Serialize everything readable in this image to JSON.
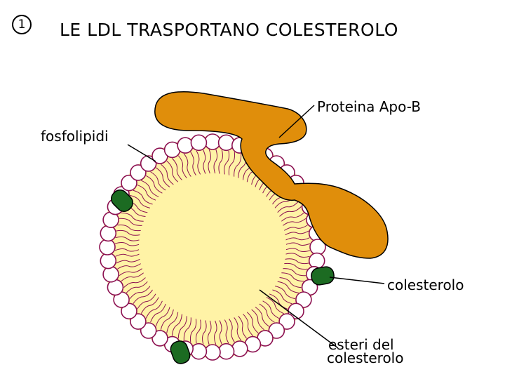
{
  "slide": {
    "number": "1",
    "title": "LE LDL TRASPORTANO COLESTEROLO"
  },
  "labels": {
    "apo_b": "Proteina Apo-B",
    "phospholipids": "fosfolipidi",
    "cholesterol": "colesterolo",
    "esters_line1": "esteri del",
    "esters_line2": "colesterolo"
  },
  "colors": {
    "core": "#FFF3A6",
    "apo_b": "#E08E0B",
    "phospholipid_head": "#FFFFFF",
    "phospholipid_outline": "#8C1050",
    "cholesterol": "#1C6B22",
    "outline": "#000000"
  }
}
